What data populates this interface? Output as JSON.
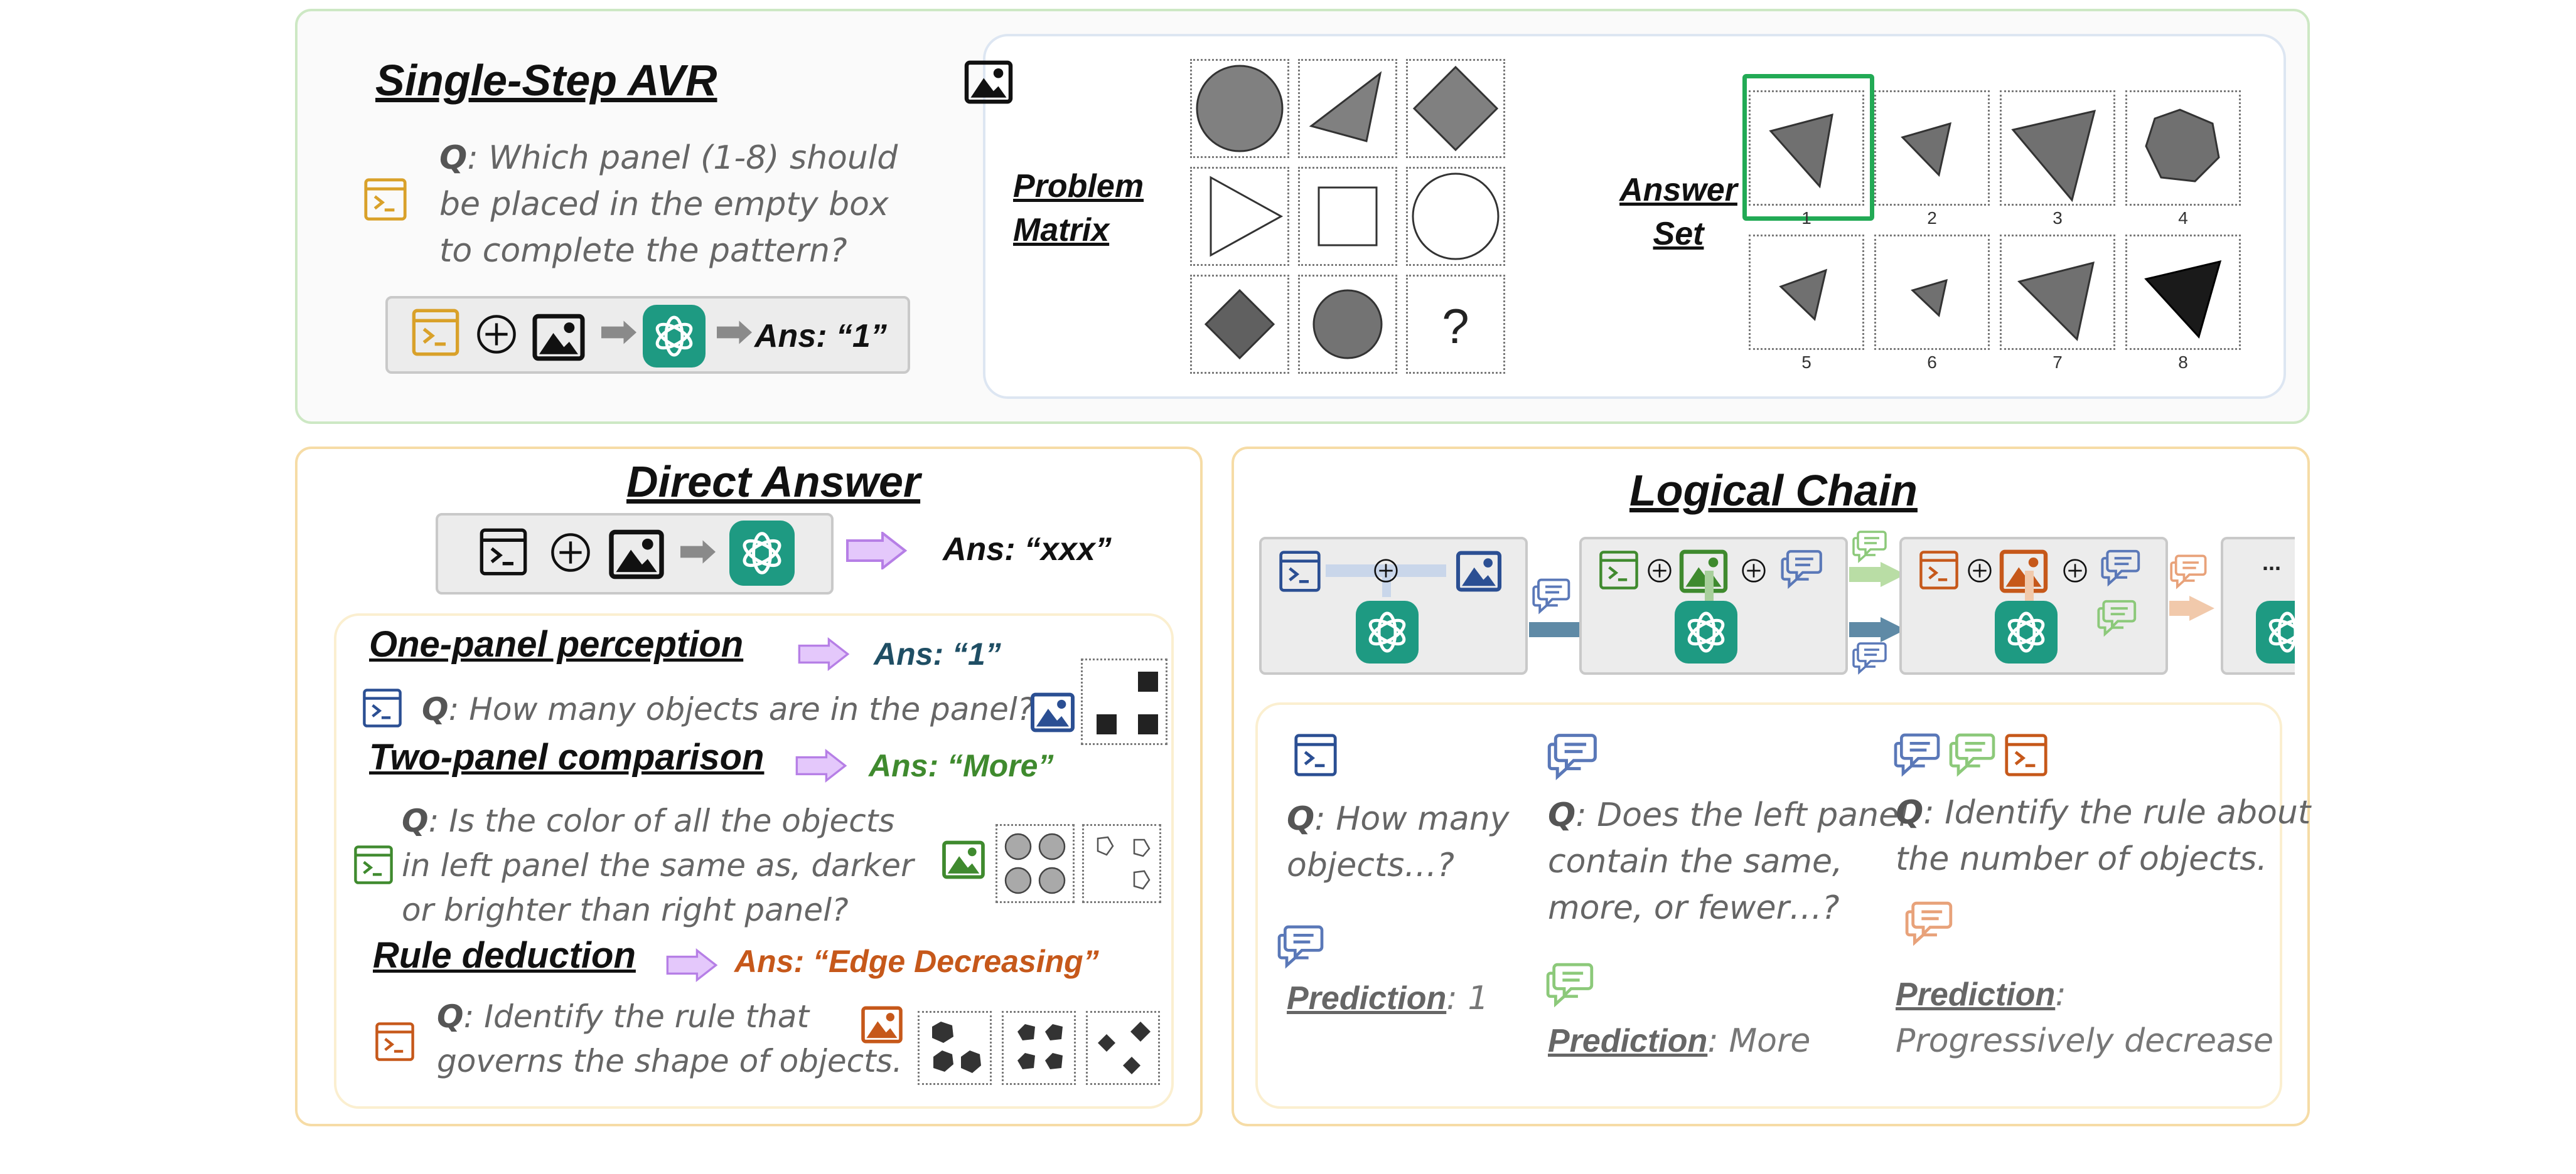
{
  "single_step": {
    "title": "Single-Step AVR",
    "question": "Q: Which panel (1-8) should be placed in the empty box to complete the pattern?",
    "q_lines": [
      "Q: Which panel (1-8) should",
      "be placed in the empty box",
      "to complete the pattern?"
    ],
    "answer": "Ans: “1”",
    "problem_matrix_label": [
      "Problem",
      "Matrix"
    ],
    "answer_set_label": [
      "Answer",
      "Set"
    ],
    "missing_cell": "?",
    "answer_numbers": [
      "1",
      "2",
      "3",
      "4",
      "5",
      "6",
      "7",
      "8"
    ],
    "selected_answer": "1"
  },
  "direct_answer": {
    "title": "Direct Answer",
    "answer": "Ans: “xxx”",
    "tasks": [
      {
        "title": "One-panel perception",
        "answer": "Ans: “1”",
        "question": "Q: How many objects are in the panel?"
      },
      {
        "title": "Two-panel comparison",
        "answer": "Ans: “More”",
        "q_lines": [
          "Q: Is the color of all the objects",
          "in left panel the same as, darker",
          "or brighter than right panel?"
        ]
      },
      {
        "title": "Rule deduction",
        "answer": "Ans: “Edge Decreasing”",
        "q_lines": [
          "Q: Identify the rule that",
          "governs the shape of objects."
        ]
      }
    ]
  },
  "logical_chain": {
    "title": "Logical Chain",
    "ellipsis": "...",
    "steps": [
      {
        "q_lines": [
          "Q: How many",
          "objects…?"
        ],
        "prediction_label": "Prediction",
        "prediction_value": ": 1"
      },
      {
        "q_lines": [
          "Q: Does the left panel",
          "contain the same,",
          "more, or fewer…?"
        ],
        "prediction_label": "Prediction",
        "prediction_value": ": More"
      },
      {
        "q_lines": [
          "Q: Identify the rule about",
          "the number of objects."
        ],
        "prediction_label": "Prediction",
        "prediction_value": ":",
        "prediction_line2": "Progressively decrease"
      }
    ]
  },
  "colors": {
    "green_border": "#cde8c4",
    "orange_border": "#f6dca6",
    "gold": "#d9a12a",
    "blue": "#2b4f93",
    "green": "#3f8a2e",
    "orange": "#c6581a",
    "purple": "#b985e8",
    "teal": "#1e9a82",
    "selected": "#22aa55"
  }
}
